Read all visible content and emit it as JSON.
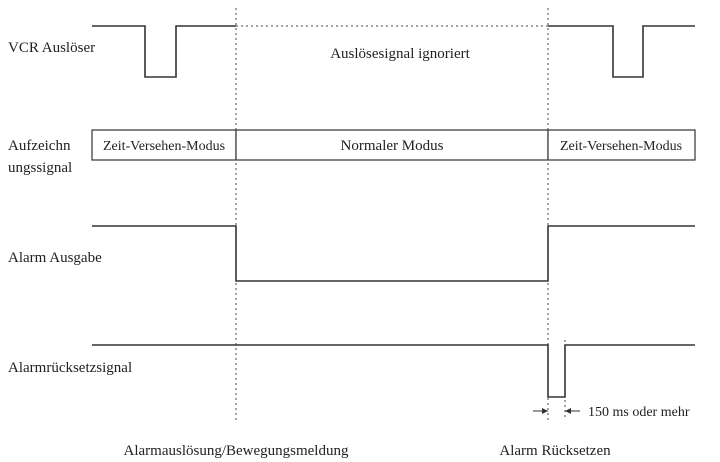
{
  "signals": {
    "vcr_trigger": "VCR Auslöser",
    "recording_line1": "Aufzeichn",
    "recording_line2": "ungssignal",
    "alarm_output": "Alarm Ausgabe",
    "alarm_reset_signal": "Alarmrücksetzsignal"
  },
  "annotations": {
    "trigger_ignored": "Auslösesignal ignoriert",
    "min_duration": "150 ms oder mehr"
  },
  "modes": [
    "Zeit-Versehen-Modus",
    "Normaler Modus",
    "Zeit-Versehen-Modus"
  ],
  "events": {
    "alarm_trigger": "Alarmauslösung/Bewegungsmeldung",
    "alarm_reset": "Alarm Rücksetzen"
  }
}
